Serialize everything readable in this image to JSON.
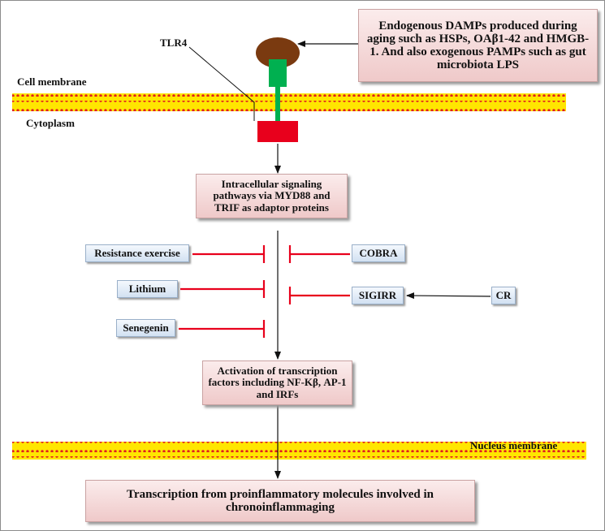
{
  "labels": {
    "tlr4": "TLR4",
    "cell_membrane": "Cell membrane",
    "cytoplasm": "Cytoplasm",
    "nucleus_membrane": "Nucleus membrane"
  },
  "boxes": {
    "damps": "Endogenous DAMPs produced during aging such as HSPs, OAβ1-42 and HMGB-1. And also exogenous PAMPs such as gut microbiota LPS",
    "signaling": "Intracellular signaling pathways via MYD88 and TRIF as adaptor proteins",
    "transcription_factors": "Activation of transcription factors including NF-Kβ, AP-1 and IRFs",
    "transcription": "Transcription from proinflammatory molecules involved in chronoinflammaging"
  },
  "inhibitors": {
    "resistance_exercise": "Resistance exercise",
    "lithium": "Lithium",
    "senegenin": "Senegenin",
    "cobra": "COBRA",
    "sigirr": "SIGIRR",
    "cr": "CR"
  },
  "colors": {
    "membrane_fill": "#ffe600",
    "membrane_dots": "#e02020",
    "receptor_head": "#7a3a10",
    "receptor_stem": "#00b050",
    "receptor_tail": "#e8001c",
    "inhibition_line": "#e8001c"
  }
}
